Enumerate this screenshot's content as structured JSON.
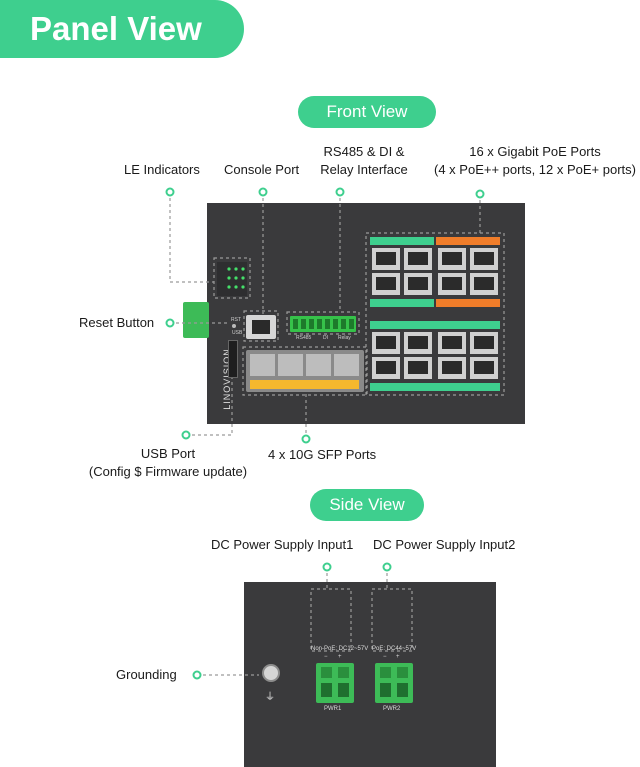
{
  "page": {
    "title": "Panel View"
  },
  "front": {
    "section_title": "Front View",
    "labels": {
      "indicators": "LE Indicators",
      "console": "Console Port",
      "rs485_line1": "RS485 & DI &",
      "rs485_line2": "Relay Interface",
      "poe_line1": "16 x Gigabit PoE Ports",
      "poe_line2": "(4 x PoE++ ports, 12 x PoE+ ports)",
      "reset": "Reset Button",
      "usb_line1": "USB Port",
      "usb_line2": "(Config $ Firmware update)",
      "sfp": "4 x 10G SFP Ports"
    },
    "device": {
      "brand": "LINOVISION",
      "rst": "RST",
      "usb": "USB",
      "rs485": "RS485",
      "di": "DI",
      "relay": "Relay"
    }
  },
  "side": {
    "section_title": "Side View",
    "labels": {
      "pwr_input1": "DC Power Supply Input1",
      "pwr_input2": "DC Power Supply Input2",
      "grounding": "Grounding"
    },
    "device": {
      "pwr1_rating": "Non-PoE: DC12~57V",
      "pwr2_rating": "PoE: DC44~57V",
      "pwr1": "PWR1",
      "pwr2": "PWR2",
      "minus": "−",
      "plus": "+"
    }
  },
  "colors": {
    "accent": "#3ecf8e",
    "device": "#3a3a3c",
    "poe_plus_plus": "#f07d2a",
    "sfp_bar": "#f5b82e",
    "terminal": "#36c24a"
  }
}
